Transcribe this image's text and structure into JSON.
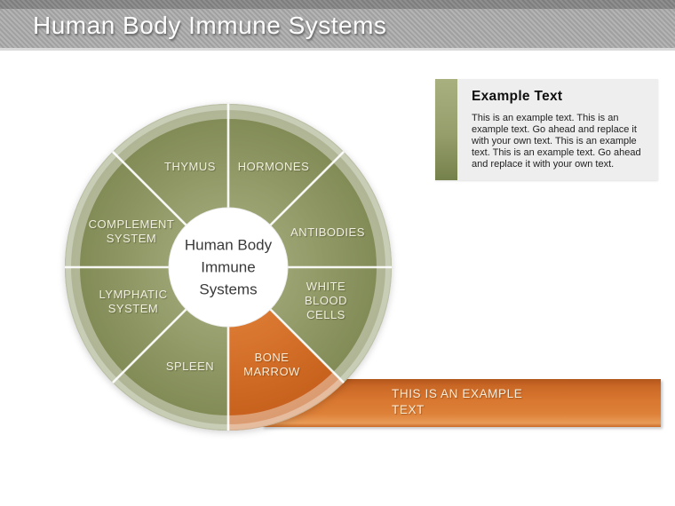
{
  "header": {
    "title": "Human Body Immune Systems"
  },
  "legend": {
    "heading": "Example Text",
    "body": "This is an example text. This is an example text. Go ahead and replace it with your own text. This is an example text. This is an example text. Go ahead and replace it with your own text."
  },
  "wheel": {
    "center_label_lines": [
      "Human Body",
      "Immune",
      "Systems"
    ],
    "segments": [
      {
        "id": "hormones",
        "label": "HORMONES",
        "highlighted": false
      },
      {
        "id": "antibodies",
        "label": "ANTIBODIES",
        "highlighted": false
      },
      {
        "id": "white-blood-cells",
        "label": "WHITE\nBLOOD\nCELLS",
        "highlighted": false
      },
      {
        "id": "bone-marrow",
        "label": "BONE\nMARROW",
        "highlighted": true
      },
      {
        "id": "spleen",
        "label": "SPLEEN",
        "highlighted": false
      },
      {
        "id": "lymphatic-system",
        "label": "LYMPHATIC\nSYSTEM",
        "highlighted": false
      },
      {
        "id": "complement-system",
        "label": "COMPLEMENT\nSYSTEM",
        "highlighted": false
      },
      {
        "id": "thymus",
        "label": "THYMUS",
        "highlighted": false
      }
    ]
  },
  "banner": {
    "text": "THIS IS AN EXAMPLE TEXT"
  },
  "colors": {
    "segment_green": "#8d9561",
    "segment_orange": "#d8752e",
    "ring_tint": "#c6cdb0",
    "header_gray": "#a8a8a8",
    "banner_orange": "#d97830"
  }
}
